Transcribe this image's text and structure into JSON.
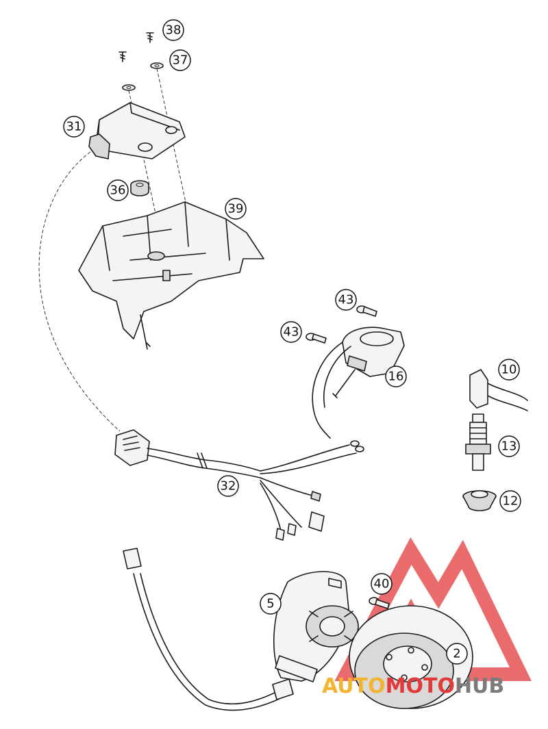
{
  "callouts": [
    {
      "id": "38",
      "label": "38"
    },
    {
      "id": "37",
      "label": "37"
    },
    {
      "id": "31",
      "label": "31"
    },
    {
      "id": "36",
      "label": "36"
    },
    {
      "id": "39",
      "label": "39"
    },
    {
      "id": "43a",
      "label": "43"
    },
    {
      "id": "43b",
      "label": "43"
    },
    {
      "id": "16",
      "label": "16"
    },
    {
      "id": "10",
      "label": "10"
    },
    {
      "id": "13",
      "label": "13"
    },
    {
      "id": "12",
      "label": "12"
    },
    {
      "id": "32",
      "label": "32"
    },
    {
      "id": "40",
      "label": "40"
    },
    {
      "id": "5",
      "label": "5"
    },
    {
      "id": "2",
      "label": "2"
    }
  ],
  "watermark": {
    "part1": "AUTO",
    "part2": "MOTO",
    "part3": "HUB",
    "color_orange": "#f3b531",
    "color_red": "#e23a3a",
    "color_gray": "#7b7b7b"
  }
}
